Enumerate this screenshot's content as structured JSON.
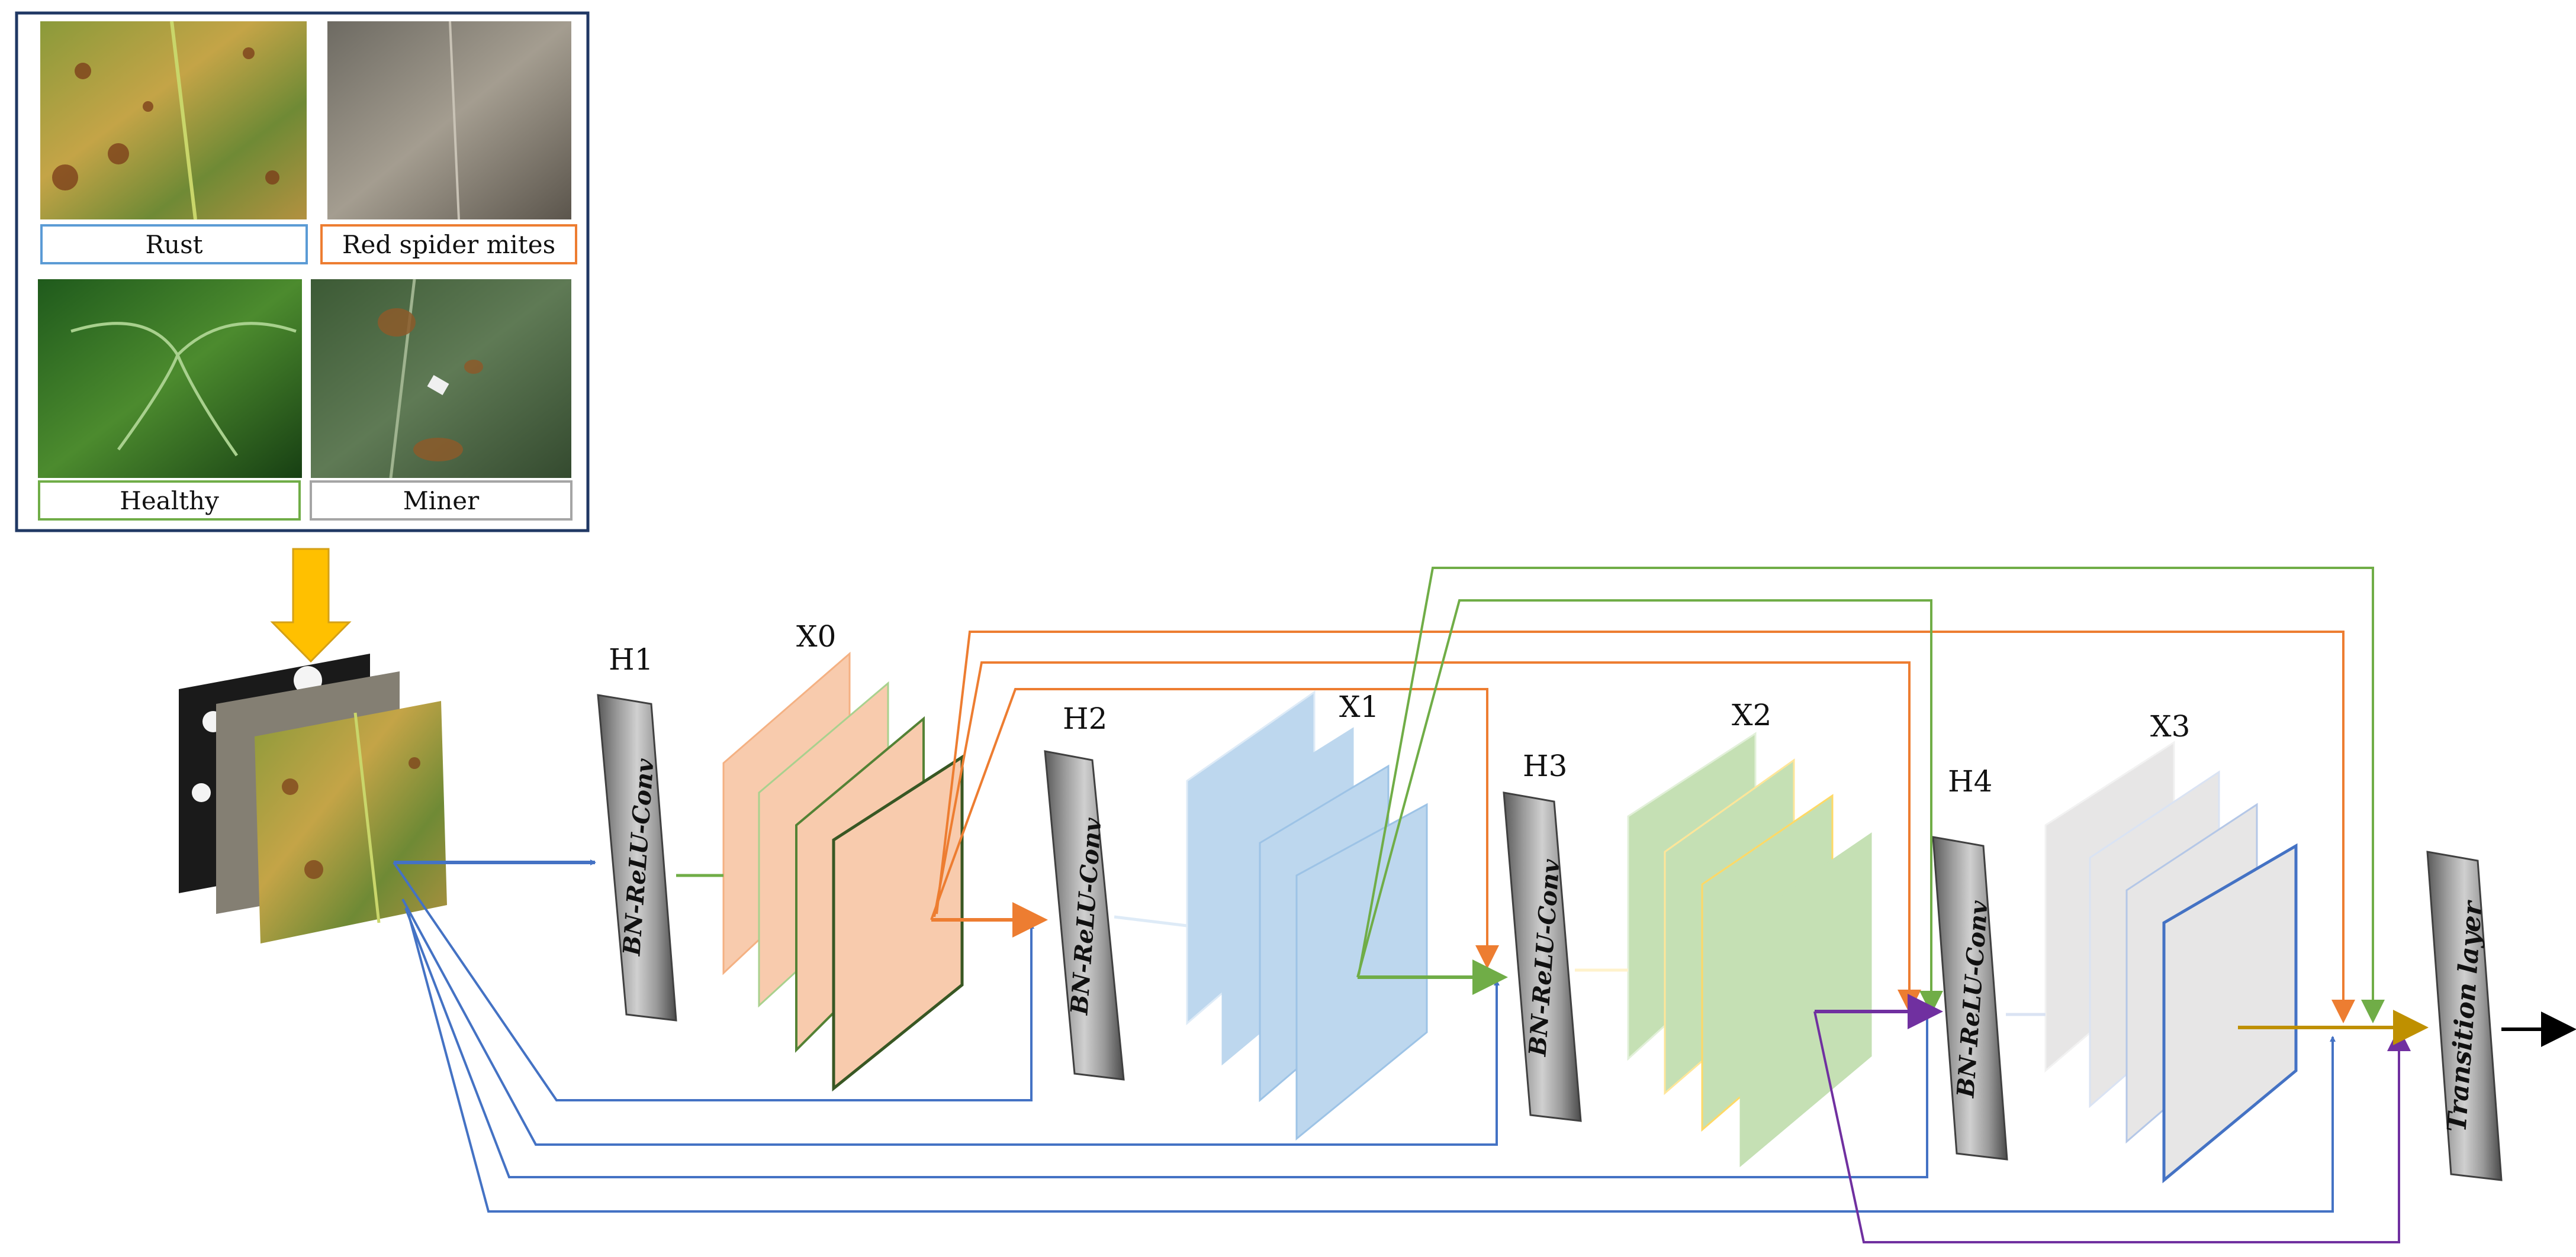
{
  "samples": {
    "title": "",
    "items": [
      {
        "label": "Rust",
        "border_color": "#5b9bd5"
      },
      {
        "label": "Red spider mites",
        "border_color": "#ed7d31"
      },
      {
        "label": "Healthy",
        "border_color": "#70ad47"
      },
      {
        "label": "Miner",
        "border_color": "#a5a5a5"
      }
    ]
  },
  "blocks": {
    "h1": {
      "title": "H1",
      "label": "BN-ReLU-Conv"
    },
    "h2": {
      "title": "H2",
      "label": "BN-ReLU-Conv"
    },
    "h3": {
      "title": "H3",
      "label": "BN-ReLU-Conv"
    },
    "h4": {
      "title": "H4",
      "label": "BN-ReLU-Conv"
    },
    "transition": {
      "label": "Transition layer"
    }
  },
  "feature_maps": {
    "x0": {
      "title": "X0",
      "color": "#f8cbad"
    },
    "x1": {
      "title": "X1",
      "color": "#bdd7ee"
    },
    "x2": {
      "title": "X2",
      "color": "#c5e0b4"
    },
    "x3": {
      "title": "X3",
      "color": "#e7e6e6"
    }
  },
  "colors": {
    "blue": "#4472c4",
    "orange": "#ed7d31",
    "green": "#70ad47",
    "purple": "#7030a0",
    "gold": "#bf9000",
    "input_arrow": "#ffc000"
  }
}
